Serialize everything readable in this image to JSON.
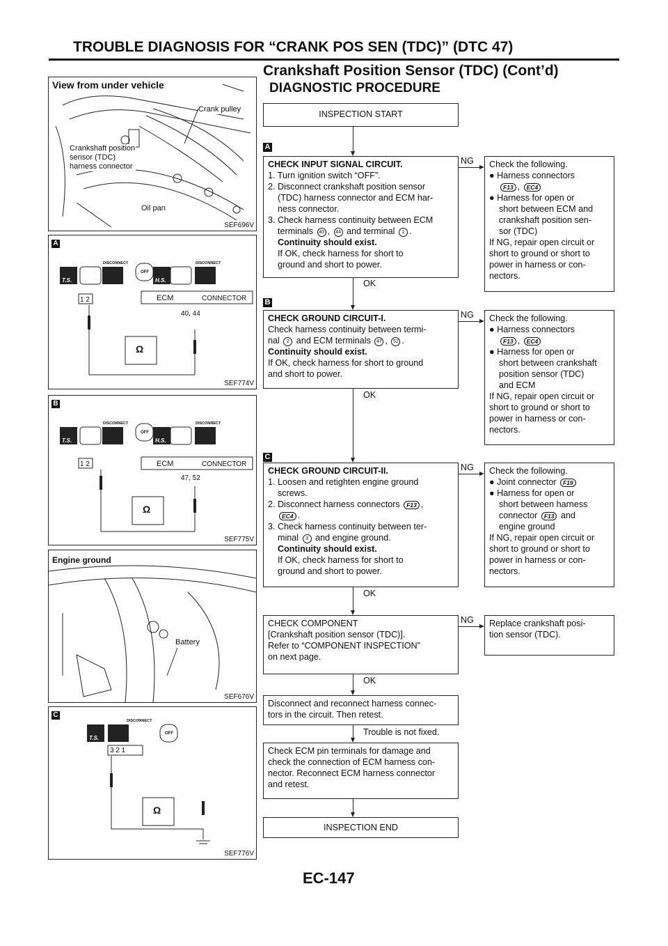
{
  "header": {
    "title": "TROUBLE DIAGNOSIS FOR “CRANK POS SEN (TDC)” (DTC 47)",
    "subtitle": "Crankshaft Position Sensor (TDC) (Cont’d)"
  },
  "footer": {
    "page": "EC-147"
  },
  "section_title": "DIAGNOSTIC PROCEDURE",
  "figures": [
    {
      "id": "SEF696V",
      "title": "View from under vehicle",
      "labels": [
        "Crank pulley",
        "Crankshaft position sensor (TDC) harness connector",
        "Oil pan"
      ]
    },
    {
      "id": "SEF774V",
      "marker": "A",
      "labels": [
        "DISCONNECT",
        "T.S.",
        "OFF",
        "H.S.",
        "DISCONNECT",
        "1 2",
        "ECM",
        "CONNECTOR",
        "40, 44",
        "Ω"
      ]
    },
    {
      "id": "SEF775V",
      "marker": "B",
      "labels": [
        "DISCONNECT",
        "T.S.",
        "OFF",
        "H.S.",
        "DISCONNECT",
        "1 2",
        "ECM",
        "CONNECTOR",
        "47, 52",
        "Ω"
      ]
    },
    {
      "id": "SEF676V",
      "title": "Engine ground",
      "labels": [
        "Battery"
      ]
    },
    {
      "id": "SEF776V",
      "marker": "C",
      "labels": [
        "DISCONNECT",
        "T.S.",
        "OFF",
        "3 2 1",
        "Ω"
      ]
    }
  ],
  "flow": {
    "start": "INSPECTION START",
    "end": "INSPECTION END",
    "ok": "OK",
    "ng": "NG",
    "markers": [
      "A",
      "B",
      "C"
    ],
    "not_fixed": "Trouble is not fixed.",
    "boxes": {
      "a": [
        [
          {
            "b": "CHECK INPUT SIGNAL CIRCUIT."
          }
        ],
        [
          "1. Turn ignition switch “OFF”."
        ],
        [
          "2. Disconnect crankshaft position sensor"
        ],
        [
          {
            "i": "(TDC) harness connector and ECM har-"
          }
        ],
        [
          {
            "i": "ness connector."
          }
        ],
        [
          "3. Check harness continuity between ECM"
        ],
        [
          {
            "i": "terminals "
          },
          {
            "c": "40"
          },
          ", ",
          {
            "c": "44"
          },
          " and terminal ",
          {
            "c": "1"
          },
          "."
        ],
        [
          {
            "ib": "Continuity should exist."
          }
        ],
        [
          {
            "i": "If OK, check harness for short to"
          }
        ],
        [
          {
            "i": "ground and short to power."
          }
        ]
      ],
      "a_ng": [
        [
          "Check the following."
        ],
        [
          "● Harness connectors"
        ],
        [
          {
            "i": ""
          },
          {
            "k": "F13"
          },
          ", ",
          {
            "k": "EC4"
          }
        ],
        [
          "● Harness for open or"
        ],
        [
          {
            "i": "short between ECM and"
          }
        ],
        [
          {
            "i": "crankshaft position sen-"
          }
        ],
        [
          {
            "i": "sor (TDC)"
          }
        ],
        [
          "If NG, repair open circuit or"
        ],
        [
          "short to ground or short to"
        ],
        [
          "power in harness or con-"
        ],
        [
          "nectors."
        ]
      ],
      "b": [
        [
          {
            "b": "CHECK GROUND CIRCUIT-I."
          }
        ],
        [
          "Check harness continuity between termi-"
        ],
        [
          "nal ",
          {
            "c": "2"
          },
          " and ECM terminals ",
          {
            "c": "47"
          },
          ", ",
          {
            "c": "52"
          },
          "."
        ],
        [
          {
            "b": "Continuity should exist."
          }
        ],
        [
          "If OK, check harness for short to ground"
        ],
        [
          "and short to power."
        ]
      ],
      "b_ng": [
        [
          "Check the following."
        ],
        [
          "● Harness connectors"
        ],
        [
          {
            "i": ""
          },
          {
            "k": "F13"
          },
          ", ",
          {
            "k": "EC4"
          }
        ],
        [
          "● Harness for open or"
        ],
        [
          {
            "i": "short between crankshaft"
          }
        ],
        [
          {
            "i": "position sensor (TDC)"
          }
        ],
        [
          {
            "i": "and ECM"
          }
        ],
        [
          "If NG, repair open circuit or"
        ],
        [
          "short to ground or short to"
        ],
        [
          "power in harness or con-"
        ],
        [
          "nectors."
        ]
      ],
      "c": [
        [
          {
            "b": "CHECK GROUND CIRCUIT-II."
          }
        ],
        [
          "1. Loosen and retighten engine ground"
        ],
        [
          {
            "i": "screws."
          }
        ],
        [
          "2. Disconnect harness connectors ",
          {
            "k": "F13"
          },
          ","
        ],
        [
          {
            "i": ""
          },
          {
            "k": "EC4"
          },
          "."
        ],
        [
          "3. Check harness continuity between ter-"
        ],
        [
          {
            "i": "minal "
          },
          {
            "c": "3"
          },
          " and engine ground."
        ],
        [
          {
            "ib": "Continuity should exist."
          }
        ],
        [
          {
            "i": "If OK, check harness for short to"
          }
        ],
        [
          {
            "i": "ground and short to power."
          }
        ]
      ],
      "c_ng": [
        [
          "Check the following."
        ],
        [
          "● Joint connector ",
          {
            "k": "F19"
          }
        ],
        [
          "● Harness for open or"
        ],
        [
          {
            "i": "short between harness"
          }
        ],
        [
          {
            "i": "connector "
          },
          {
            "k": "F13"
          },
          " and"
        ],
        [
          {
            "i": "engine ground"
          }
        ],
        [
          "If NG, repair open circuit or"
        ],
        [
          "short to ground or short to"
        ],
        [
          "power in harness or con-"
        ],
        [
          "nectors."
        ]
      ],
      "comp": [
        [
          "CHECK COMPONENT"
        ],
        [
          "[Crankshaft position sensor (TDC)]."
        ],
        [
          "Refer to “COMPONENT INSPECTION”"
        ],
        [
          "on next page."
        ]
      ],
      "comp_ng": [
        [
          "Replace crankshaft posi-"
        ],
        [
          "tion sensor (TDC)."
        ]
      ],
      "reconnect": [
        [
          "Disconnect and reconnect harness connec-"
        ],
        [
          "tors in the circuit. Then retest."
        ]
      ],
      "ecm": [
        [
          "Check ECM pin terminals for damage and"
        ],
        [
          "check the connection of ECM harness con-"
        ],
        [
          "nector. Reconnect ECM harness connector"
        ],
        [
          "and retest."
        ]
      ]
    }
  }
}
